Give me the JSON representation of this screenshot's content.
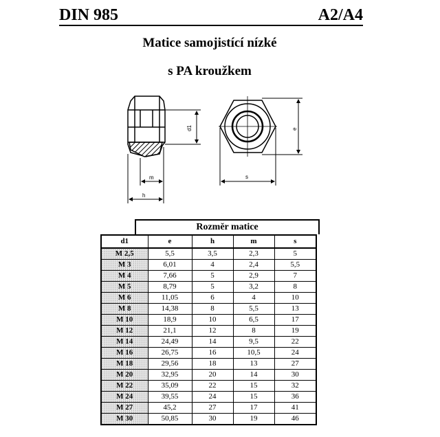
{
  "header": {
    "left": "DIN 985",
    "right": "A2/A4"
  },
  "title": {
    "line1": "Matice samojistící nízké",
    "line2": "s PA kroužkem"
  },
  "drawing": {
    "label_d1": "d1",
    "label_e": "e",
    "label_s": "s",
    "label_m": "m",
    "label_h": "h"
  },
  "table": {
    "caption": "Rozměr matice",
    "columns": [
      "d1",
      "e",
      "h",
      "m",
      "s"
    ],
    "rows": [
      [
        "M 2,5",
        "5,5",
        "3,5",
        "2,3",
        "5"
      ],
      [
        "M 3",
        "6,01",
        "4",
        "2,4",
        "5,5"
      ],
      [
        "M 4",
        "7,66",
        "5",
        "2,9",
        "7"
      ],
      [
        "M 5",
        "8,79",
        "5",
        "3,2",
        "8"
      ],
      [
        "M 6",
        "11,05",
        "6",
        "4",
        "10"
      ],
      [
        "M 8",
        "14,38",
        "8",
        "5,5",
        "13"
      ],
      [
        "M 10",
        "18,9",
        "10",
        "6,5",
        "17"
      ],
      [
        "M 12",
        "21,1",
        "12",
        "8",
        "19"
      ],
      [
        "M 14",
        "24,49",
        "14",
        "9,5",
        "22"
      ],
      [
        "M 16",
        "26,75",
        "16",
        "10,5",
        "24"
      ],
      [
        "M 18",
        "29,56",
        "18",
        "13",
        "27"
      ],
      [
        "M 20",
        "32,95",
        "20",
        "14",
        "30"
      ],
      [
        "M 22",
        "35,09",
        "22",
        "15",
        "32"
      ],
      [
        "M 24",
        "39,55",
        "24",
        "15",
        "36"
      ],
      [
        "M 27",
        "45,2",
        "27",
        "17",
        "41"
      ],
      [
        "M 30",
        "50,85",
        "30",
        "19",
        "46"
      ]
    ]
  }
}
